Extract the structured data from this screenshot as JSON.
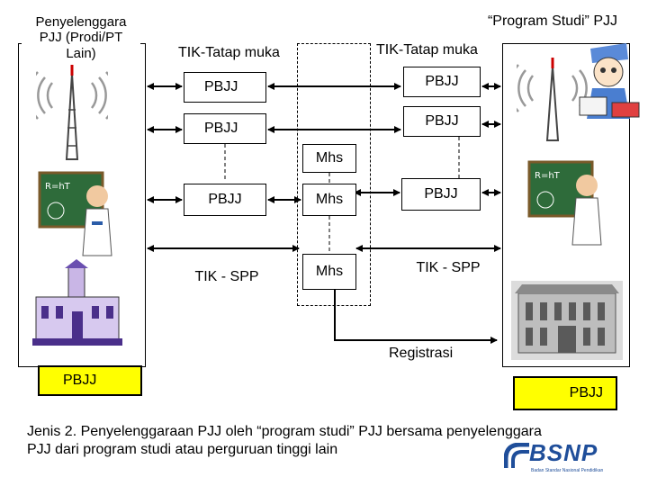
{
  "left_title": "Penyelenggara\nPJJ (Prodi/PT\nLain)",
  "right_title": "“Program Studi” PJJ",
  "left_col_top_label": "TIK-Tatap muka",
  "right_col_top_label": "TIK-Tatap muka",
  "pbjj_left_1": "PBJJ",
  "pbjj_right_1": "PBJJ",
  "pbjj_left_2": "PBJJ",
  "pbjj_right_2": "PBJJ",
  "mhs_1": "Mhs",
  "pbjj_left_3": "PBJJ",
  "mhs_2": "Mhs",
  "pbjj_right_3": "PBJJ",
  "tik_spp_left": "TIK - SPP",
  "mhs_3": "Mhs",
  "tik_spp_right": "TIK - SPP",
  "registrasi": "Registrasi",
  "pbjj_footer_left": "PBJJ",
  "pbjj_footer_right": "PBJJ",
  "caption_line1": "Jenis 2. Penyelenggaraan PJJ oleh “program studi” PJJ bersama penyelenggara",
  "caption_line2": "PJJ dari program studi atau perguruan tinggi lain",
  "logo_text": "BSNP",
  "logo_subtext": "Badan Standar Nasional Pendidikan",
  "colors": {
    "blue": "#1f4e9a",
    "yellow": "#ffff00",
    "accent": "#e8eef8"
  }
}
